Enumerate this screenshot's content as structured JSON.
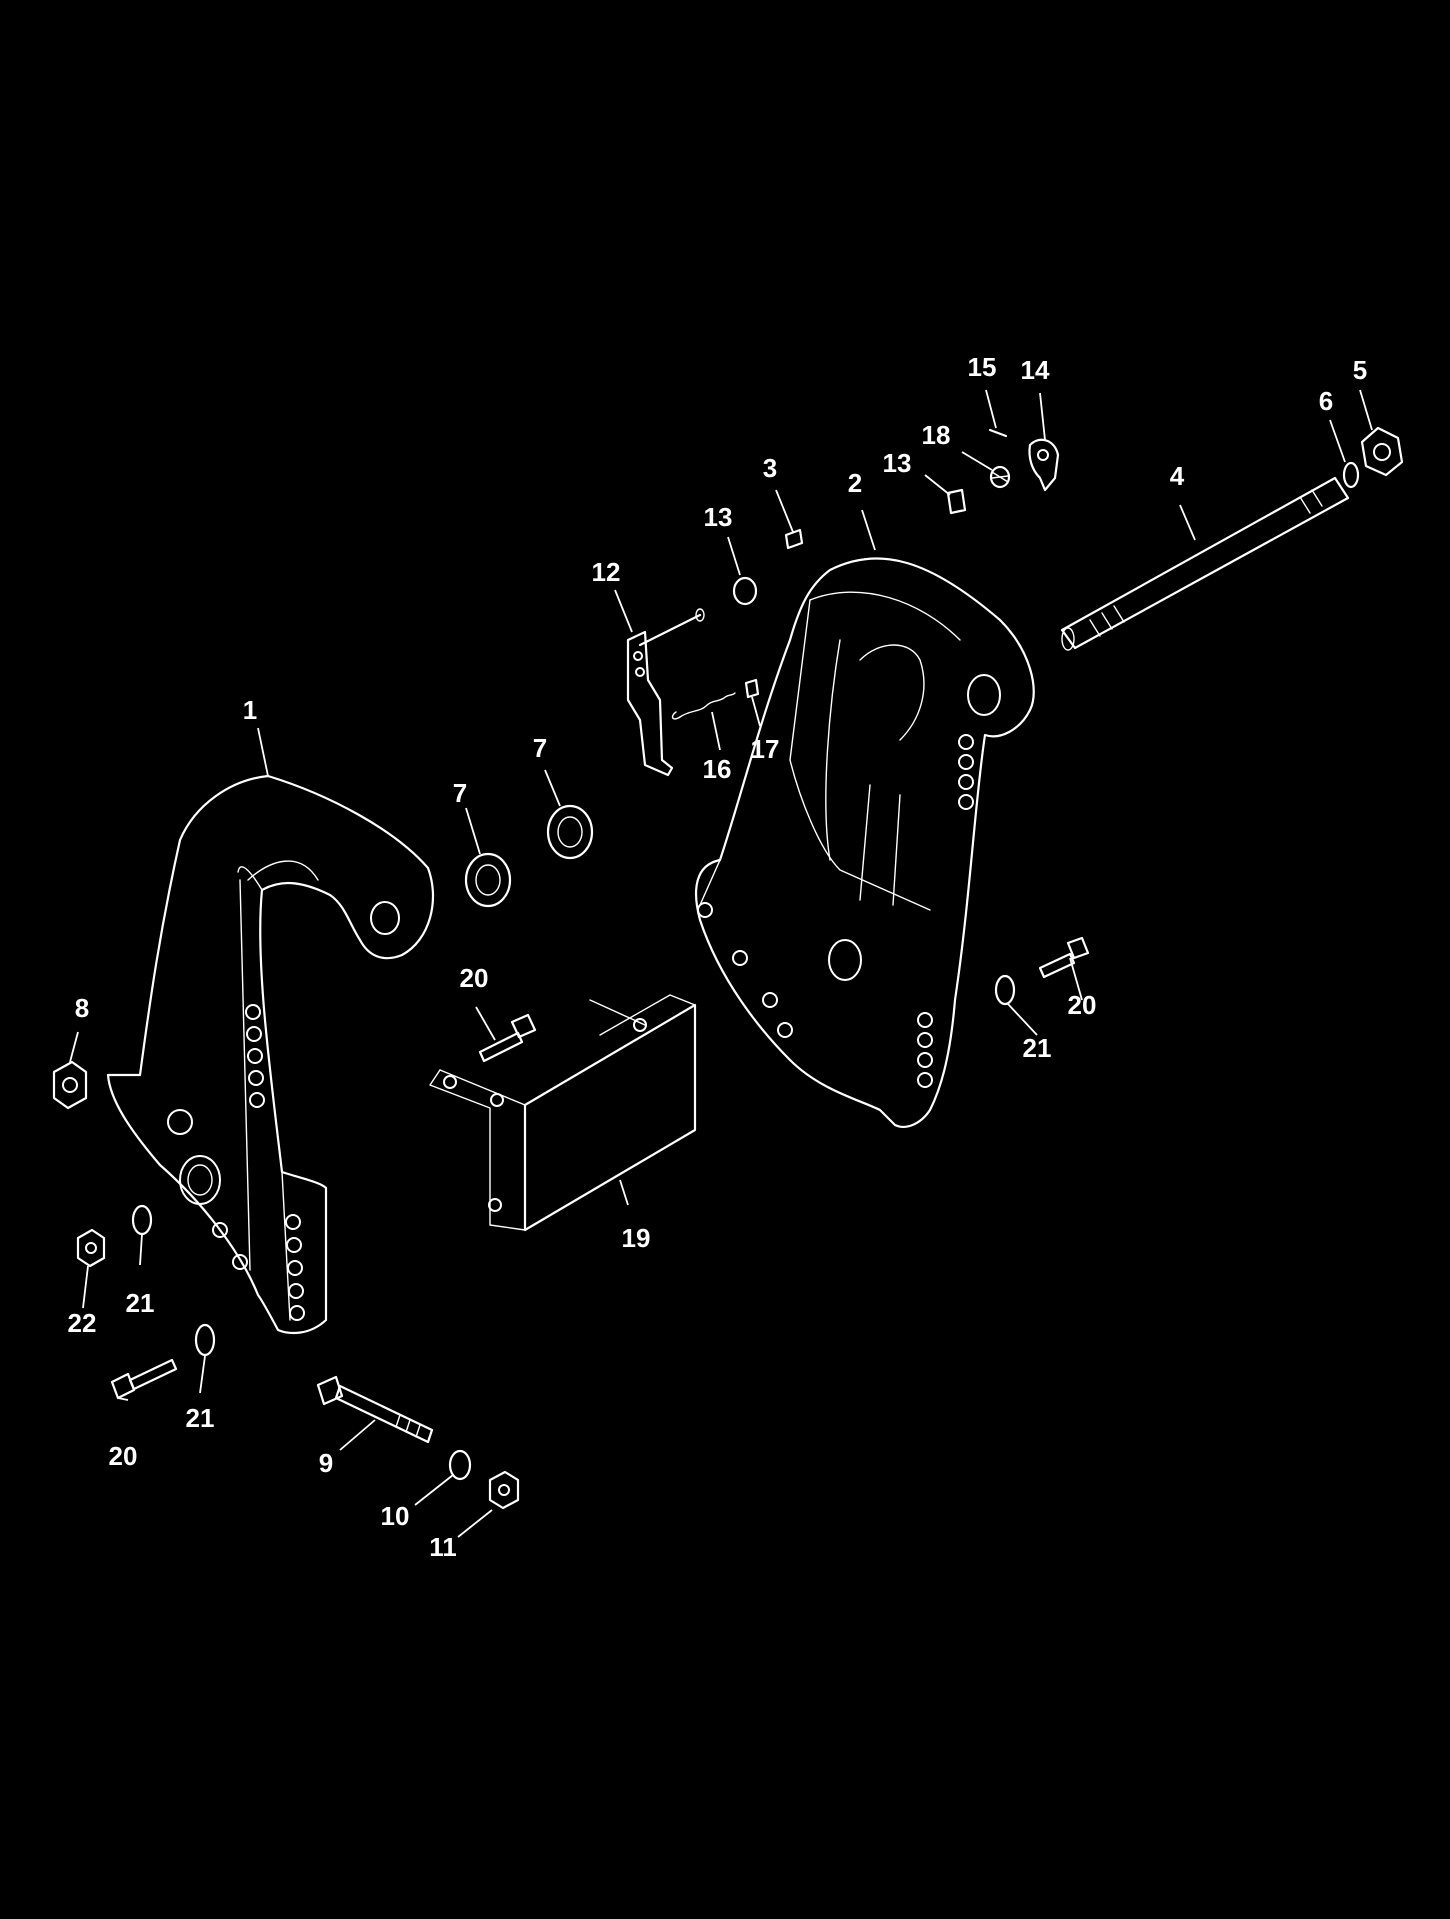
{
  "diagram": {
    "background": "#000000",
    "line_color": "#ffffff",
    "callouts": [
      {
        "id": "c1",
        "label": "1"
      },
      {
        "id": "c2",
        "label": "2"
      },
      {
        "id": "c3",
        "label": "3"
      },
      {
        "id": "c4",
        "label": "4"
      },
      {
        "id": "c5",
        "label": "5"
      },
      {
        "id": "c6",
        "label": "6"
      },
      {
        "id": "c7a",
        "label": "7"
      },
      {
        "id": "c7b",
        "label": "7"
      },
      {
        "id": "c8",
        "label": "8"
      },
      {
        "id": "c9",
        "label": "9"
      },
      {
        "id": "c10",
        "label": "10"
      },
      {
        "id": "c11",
        "label": "11"
      },
      {
        "id": "c12",
        "label": "12"
      },
      {
        "id": "c13a",
        "label": "13"
      },
      {
        "id": "c13b",
        "label": "13"
      },
      {
        "id": "c14",
        "label": "14"
      },
      {
        "id": "c15",
        "label": "15"
      },
      {
        "id": "c16",
        "label": "16"
      },
      {
        "id": "c17",
        "label": "17"
      },
      {
        "id": "c18",
        "label": "18"
      },
      {
        "id": "c19",
        "label": "19"
      },
      {
        "id": "c20a",
        "label": "20"
      },
      {
        "id": "c20b",
        "label": "20"
      },
      {
        "id": "c20c",
        "label": "20"
      },
      {
        "id": "c21a",
        "label": "21"
      },
      {
        "id": "c21b",
        "label": "21"
      },
      {
        "id": "c21c",
        "label": "21"
      },
      {
        "id": "c22",
        "label": "22"
      }
    ]
  }
}
